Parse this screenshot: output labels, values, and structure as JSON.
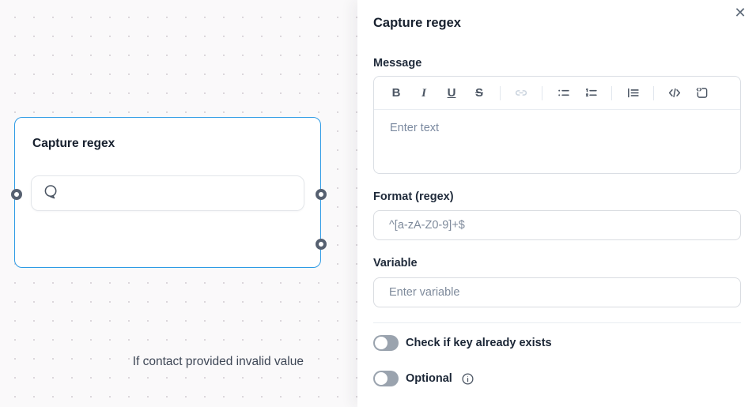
{
  "canvas": {
    "node": {
      "title": "Capture regex",
      "input_value": "",
      "condition_label": "If contact provided invalid value",
      "icon": "chat-bubble-icon",
      "border_color": "#2e9be5",
      "port_color": "#566070"
    }
  },
  "panel": {
    "title": "Capture regex",
    "close_glyph": "✕",
    "message": {
      "label": "Message",
      "placeholder": "Enter text",
      "toolbar_glyphs": {
        "bold": "B",
        "italic": "I",
        "underline": "U",
        "strikethrough": "S"
      },
      "toolbar_icons": [
        "bold",
        "italic",
        "underline",
        "strikethrough",
        "link",
        "bullet-list",
        "ordered-list",
        "blockquote",
        "code",
        "code-block"
      ]
    },
    "format": {
      "label": "Format (regex)",
      "placeholder": "^[a-zA-Z0-9]+$"
    },
    "variable": {
      "label": "Variable",
      "placeholder": "Enter variable"
    },
    "toggles": [
      {
        "label": "Check if key already exists",
        "state": "off"
      },
      {
        "label": "Optional",
        "state": "off",
        "info_icon": "info-icon"
      }
    ]
  },
  "colors": {
    "accent_blue": "#2e9be5",
    "toggle_track": "#9aa3ae",
    "canvas_bg": "#faf9fa",
    "icon_gray": "#4b5563",
    "disabled_icon": "#c9d2dd"
  }
}
